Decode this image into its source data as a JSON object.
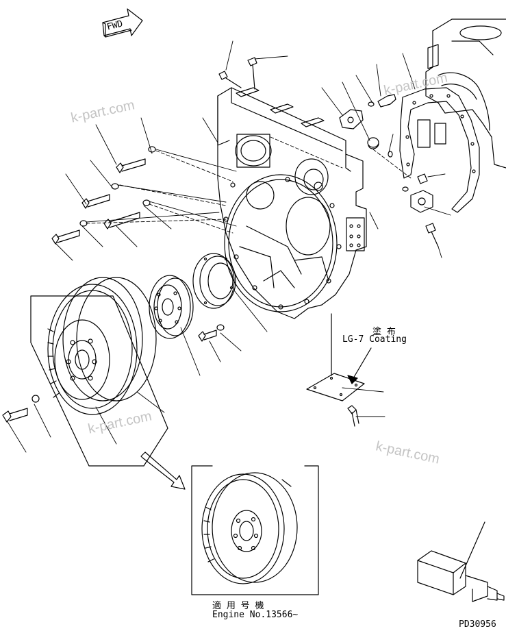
{
  "labels": {
    "fwd_arrow": "FWD",
    "coating_jp": "塗 布",
    "coating_en": "LG-7 Coating",
    "applicable_jp": "適 用 号 機",
    "applicable_en": "Engine No.13566~",
    "drawing_code": "PD30956"
  },
  "watermarks": [
    "k-part.com",
    "k-part.com",
    "k-part.com",
    "k-part.com"
  ],
  "colors": {
    "ink": "#000000",
    "watermark": "#c4c4c4",
    "background": "#ffffff"
  }
}
